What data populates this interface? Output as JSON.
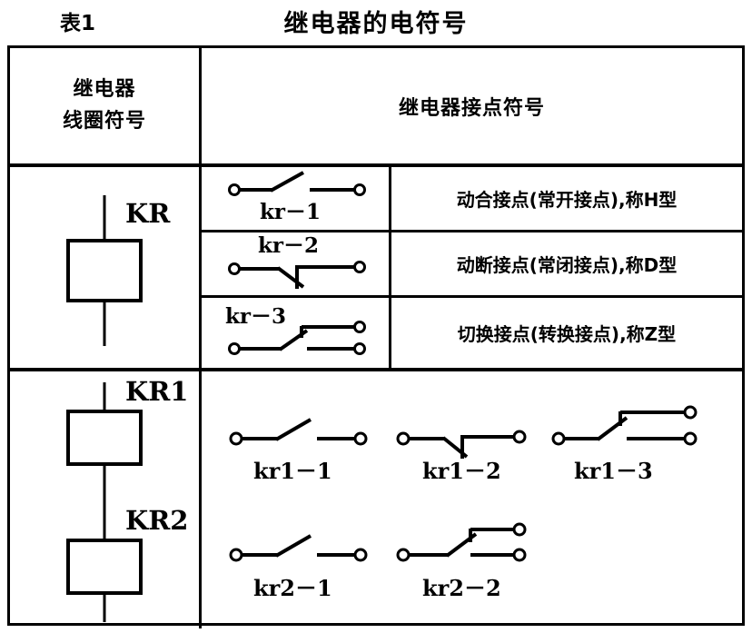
{
  "header": {
    "table_number": "表1",
    "title": "继电器的电符号"
  },
  "table": {
    "columns": {
      "coil_header": [
        "继电器",
        "线圈符号"
      ],
      "contact_header": "继电器接点符号"
    },
    "blocks": [
      {
        "coil": {
          "symbols": [
            {
              "label": "KR",
              "name": "relay-coil-kr"
            }
          ]
        },
        "rows": [
          {
            "symbol_label": "kr－1",
            "symbol_type": "normally-open",
            "description": "动合接点(常开接点),称H型"
          },
          {
            "symbol_label": "kr－2",
            "symbol_type": "normally-closed",
            "description": "动断接点(常闭接点),称D型"
          },
          {
            "symbol_label": "kr－3",
            "symbol_type": "changeover",
            "description": "切换接点(转换接点),称Z型"
          }
        ]
      },
      {
        "coil": {
          "symbols": [
            {
              "label": "KR1",
              "name": "relay-coil-kr1"
            },
            {
              "label": "KR2",
              "name": "relay-coil-kr2"
            }
          ]
        },
        "contact_rows": [
          [
            {
              "symbol_label": "kr1－1",
              "symbol_type": "normally-open"
            },
            {
              "symbol_label": "kr1－2",
              "symbol_type": "normally-closed"
            },
            {
              "symbol_label": "kr1－3",
              "symbol_type": "changeover"
            }
          ],
          [
            {
              "symbol_label": "kr2－1",
              "symbol_type": "normally-open"
            },
            {
              "symbol_label": "kr2－2",
              "symbol_type": "changeover"
            }
          ]
        ]
      }
    ]
  },
  "colors": {
    "ink": "#000000",
    "paper": "#ffffff"
  }
}
